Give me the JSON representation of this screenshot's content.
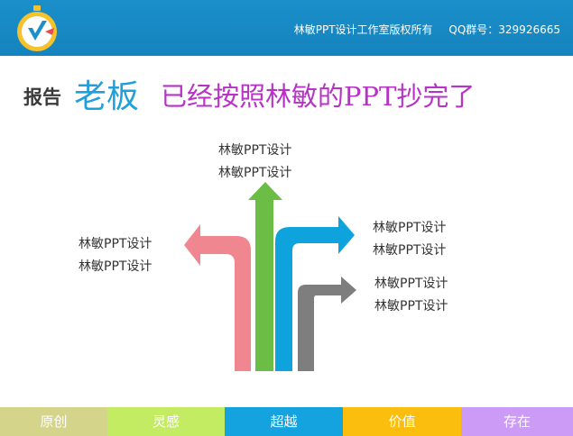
{
  "header": {
    "copyright": "林敏PPT设计工作室版权所有",
    "qq": "QQ群号：329926665"
  },
  "title": {
    "report": "报告",
    "boss": "老板",
    "main": "已经按照林敏的PPT抄完了"
  },
  "labels": {
    "top": [
      "林敏PPT设计",
      "林敏PPT设计"
    ],
    "left": [
      "林敏PPT设计",
      "林敏PPT设计"
    ],
    "right_upper": [
      "林敏PPT设计",
      "林敏PPT设计"
    ],
    "right_lower": [
      "林敏PPT设计",
      "林敏PPT设计"
    ]
  },
  "colors": {
    "header": "#1a8fc9",
    "pink": "#f0868f",
    "green": "#6cbd45",
    "blue": "#0ea3dd",
    "gray": "#7e7e7e"
  },
  "footer": [
    {
      "label": "原创",
      "color": "#d4d48a"
    },
    {
      "label": "灵感",
      "color": "#c4ec62"
    },
    {
      "label": "超越",
      "color": "#14a3de"
    },
    {
      "label": "价值",
      "color": "#fbbd0e"
    },
    {
      "label": "存在",
      "color": "#cc9bf6"
    }
  ]
}
